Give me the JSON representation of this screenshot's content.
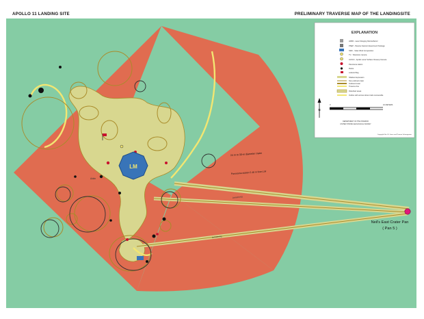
{
  "header": {
    "title": "APOLLO 11 LANDING SITE",
    "subtitle": "PRELIMINARY TRAVERSE MAP OF THE LANDINGSITE"
  },
  "map": {
    "lm_label": "LM",
    "feature_labels": {
      "crater_note": "24 m to 33-m diameter crater",
      "pan_station_note": "Panorama station 5 48 m from LM",
      "track_label_1": "Armstrong",
      "track_label_2": "Aldrin",
      "track_label_3": "Armstrong",
      "destination_line1": "Neil's East Crater Pan",
      "destination_line2": "( Pan 5 )"
    }
  },
  "legend": {
    "heading": "EXPLANATION",
    "items": [
      {
        "label": "LRRR - Laser Ranging Retroreflector"
      },
      {
        "label": "PSEP - Passive Seismic Experiment Package"
      },
      {
        "label": "SWC - Solar Wind Composition"
      },
      {
        "label": "TV - Television camera"
      },
      {
        "label": "ALSCC - Apollo Lunar Surface Closeup Camera"
      },
      {
        "label": "Panorama station"
      },
      {
        "label": "Rocks"
      },
      {
        "label": "Lettered flag"
      },
      {
        "label": "Shallow depression"
      },
      {
        "label": "Non-outlined crater"
      },
      {
        "label": "Outlined crater"
      },
      {
        "label": "Traverse line"
      },
      {
        "label": "Disturbed areas"
      },
      {
        "label": "Outline with arrows where trails recoverable"
      }
    ],
    "scale": {
      "left": "0",
      "right": "10 METERS"
    },
    "north": "N",
    "agency_line1": "DEPARTMENT OF THE INTERIOR",
    "agency_line2": "UNITED STATES GEOLOGICAL SURVEY",
    "credit": "Copyright File: W. Jones and Thomas Schwagmeier"
  },
  "colors": {
    "background": "#85cca4",
    "sector": "#e06c50",
    "disturbed": "#d8d78f",
    "traverse": "#f2e672",
    "crater_outline": "#a98b2a",
    "lm": "#3874b8",
    "destination": "#e0197a"
  }
}
